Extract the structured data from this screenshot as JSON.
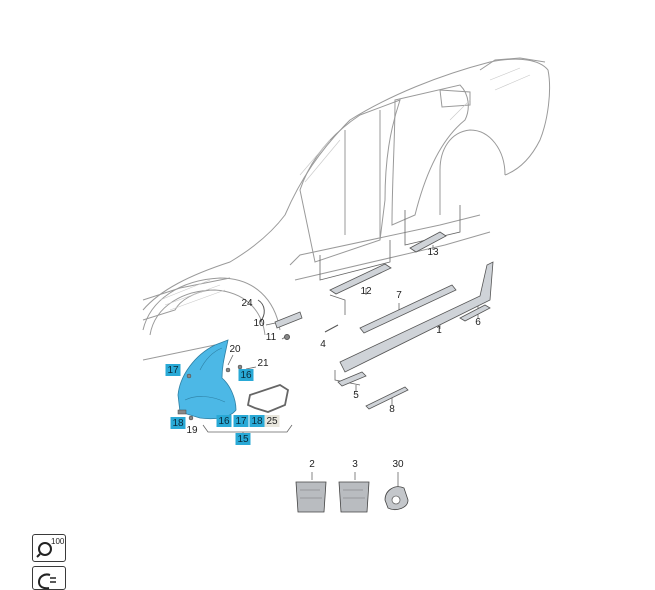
{
  "diagram": {
    "callouts": [
      {
        "id": "c1",
        "text": "1",
        "highlighted": false
      },
      {
        "id": "c2",
        "text": "2",
        "highlighted": false
      },
      {
        "id": "c3",
        "text": "3",
        "highlighted": false
      },
      {
        "id": "c4",
        "text": "4",
        "highlighted": false
      },
      {
        "id": "c5",
        "text": "5",
        "highlighted": false
      },
      {
        "id": "c6",
        "text": "6",
        "highlighted": false
      },
      {
        "id": "c7",
        "text": "7",
        "highlighted": false
      },
      {
        "id": "c8",
        "text": "8",
        "highlighted": false
      },
      {
        "id": "c10",
        "text": "10",
        "highlighted": false
      },
      {
        "id": "c11",
        "text": "11",
        "highlighted": false
      },
      {
        "id": "c12",
        "text": "12",
        "highlighted": false
      },
      {
        "id": "c13",
        "text": "13",
        "highlighted": false
      },
      {
        "id": "c15",
        "text": "15",
        "highlighted": true
      },
      {
        "id": "c16a",
        "text": "16",
        "highlighted": true
      },
      {
        "id": "c16b",
        "text": "16",
        "highlighted": true
      },
      {
        "id": "c17a",
        "text": "17",
        "highlighted": true
      },
      {
        "id": "c17b",
        "text": "17",
        "highlighted": true
      },
      {
        "id": "c18a",
        "text": "18",
        "highlighted": true
      },
      {
        "id": "c18b",
        "text": "18",
        "highlighted": true
      },
      {
        "id": "c19",
        "text": "19",
        "highlighted": false
      },
      {
        "id": "c20",
        "text": "20",
        "highlighted": false
      },
      {
        "id": "c21",
        "text": "21",
        "highlighted": false
      },
      {
        "id": "c24",
        "text": "24",
        "highlighted": false
      },
      {
        "id": "c25",
        "text": "25",
        "highlighted": false
      },
      {
        "id": "c30",
        "text": "30",
        "highlighted": false
      }
    ],
    "colors": {
      "highlight_fill": "#29a9d6",
      "part_fill": "#cfd3d8",
      "line": "#555555",
      "car_line": "#9a9a9a",
      "highlight_part": "#4cb8e6",
      "label25_fill": "#e8e6dc"
    }
  },
  "toolbar": {
    "zoom_percent": "100",
    "zoom_icon": "zoom-magnifier-icon",
    "fit_icon": "fit-page-icon"
  }
}
